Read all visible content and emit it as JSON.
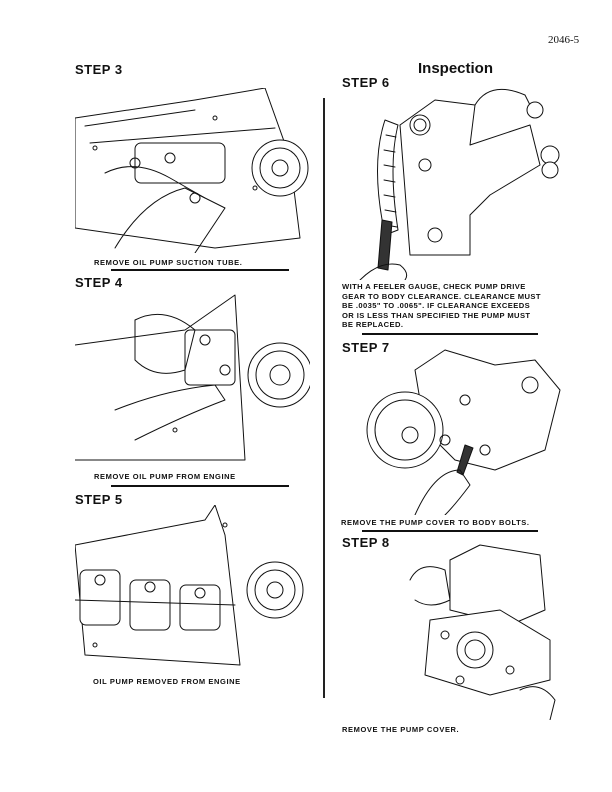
{
  "page": {
    "number": "2046-5",
    "section_title": "Inspection"
  },
  "left_column": {
    "steps": [
      {
        "label": "STEP 3",
        "caption": "REMOVE OIL PUMP SUCTION TUBE.",
        "illustration": "engine-suction-tube-removal"
      },
      {
        "label": "STEP 4",
        "caption": "REMOVE OIL PUMP FROM ENGINE",
        "illustration": "engine-oil-pump-removal"
      },
      {
        "label": "STEP 5",
        "caption": "OIL PUMP REMOVED FROM ENGINE",
        "illustration": "engine-crankshaft-view"
      }
    ]
  },
  "right_column": {
    "steps": [
      {
        "label": "STEP 6",
        "caption_lines": [
          "WITH A FEELER GAUGE, CHECK PUMP DRIVE",
          "GEAR TO BODY CLEARANCE. CLEARANCE MUST",
          "BE .0035\" TO .0065\". IF CLEARANCE EXCEEDS",
          "OR IS LESS THAN SPECIFIED THE PUMP MUST",
          "BE REPLACED."
        ],
        "illustration": "pump-feeler-gauge-check"
      },
      {
        "label": "STEP 7",
        "caption": "REMOVE THE PUMP COVER TO BODY BOLTS.",
        "illustration": "pump-cover-bolt-removal"
      },
      {
        "label": "STEP 8",
        "caption": "REMOVE THE PUMP COVER.",
        "illustration": "pump-cover-removal"
      }
    ]
  }
}
